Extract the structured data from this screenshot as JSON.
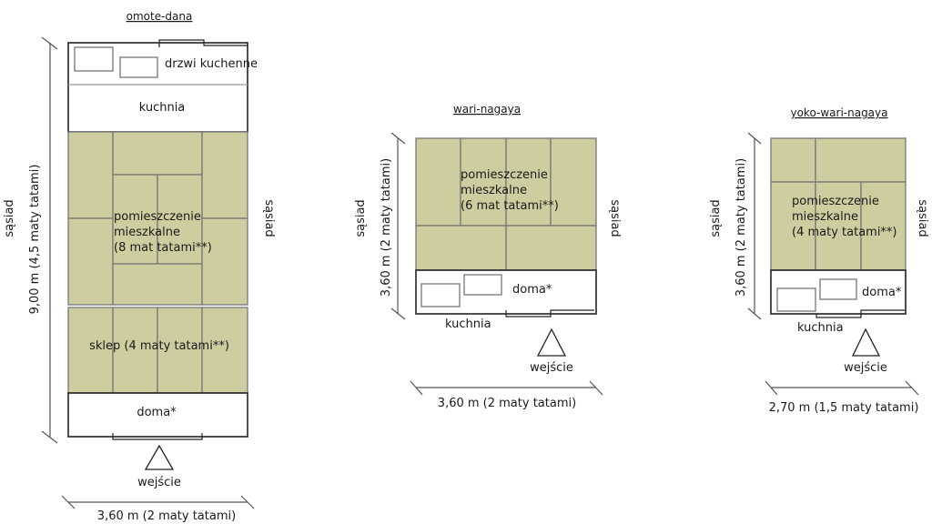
{
  "colors": {
    "tatami": "#cdcd9f",
    "wall": "#222222"
  },
  "plans": [
    {
      "title": "omote-dana",
      "kitchen_door": "drzwi kuchenne",
      "kitchen": "kuchnia",
      "living_line1": "pomieszczenie",
      "living_line2": "mieszkalne",
      "living_line3": "(8 mat tatami**)",
      "shop": "sklep (4 maty tatami**)",
      "doma": "doma*",
      "entrance": "wejście",
      "neighbor_left": "sąsiad",
      "neighbor_right": "sąsiad",
      "height_dim": "9,00 m (4,5 maty tatami)",
      "width_dim": "3,60 m (2 maty tatami)"
    },
    {
      "title": "wari-nagaya",
      "living_line1": "pomieszczenie",
      "living_line2": "mieszkalne",
      "living_line3": "(6 mat tatami**)",
      "doma": "doma*",
      "kitchen": "kuchnia",
      "entrance": "wejście",
      "neighbor_left": "sąsiad",
      "neighbor_right": "sąsiad",
      "height_dim": "3,60 m (2 maty tatami)",
      "width_dim": "3,60 m (2 maty tatami)"
    },
    {
      "title": "yoko-wari-nagaya",
      "living_line1": "pomieszczenie",
      "living_line2": "mieszkalne",
      "living_line3": "(4 maty tatami**)",
      "doma": "doma*",
      "kitchen": "kuchnia",
      "entrance": "wejście",
      "neighbor_left": "sąsiad",
      "neighbor_right": "sąsiad",
      "height_dim": "3,60 m (2 maty tatami)",
      "width_dim": "2,70 m (1,5 maty tatami)"
    }
  ]
}
